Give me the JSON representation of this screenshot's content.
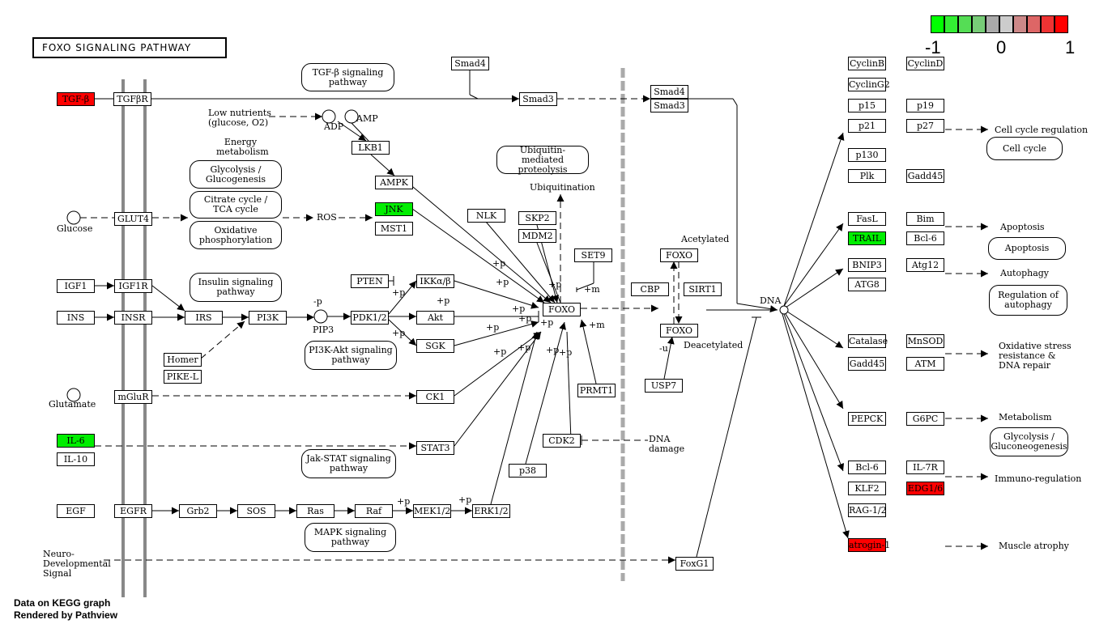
{
  "title": "FOXO  SIGNALING  PATHWAY",
  "footer": [
    "Data on KEGG graph",
    "Rendered by Pathview"
  ],
  "legend": {
    "colors": [
      "#00ff00",
      "#33ee33",
      "#55dd55",
      "#77cc77",
      "#aaaaaa",
      "#cccccc",
      "#cc8888",
      "#dd6666",
      "#ee3333",
      "#ff0000"
    ],
    "ticks": [
      "-1",
      "0",
      "1"
    ]
  },
  "genes": [
    {
      "id": "tgfb",
      "text": "TGF-β",
      "color": "red"
    },
    {
      "id": "tgfbr",
      "text": "TGFβR"
    },
    {
      "id": "glut4",
      "text": "GLUT4"
    },
    {
      "id": "igf1",
      "text": "IGF1"
    },
    {
      "id": "igf1r",
      "text": "IGF1R"
    },
    {
      "id": "ins",
      "text": "INS"
    },
    {
      "id": "insr",
      "text": "INSR"
    },
    {
      "id": "irs",
      "text": "IRS"
    },
    {
      "id": "pi3k",
      "text": "PI3K"
    },
    {
      "id": "homer",
      "text": "Homer"
    },
    {
      "id": "pikel",
      "text": "PIKE-L"
    },
    {
      "id": "mglur",
      "text": "mGluR"
    },
    {
      "id": "il6",
      "text": "IL-6",
      "color": "green"
    },
    {
      "id": "il10",
      "text": "IL-10"
    },
    {
      "id": "egf",
      "text": "EGF"
    },
    {
      "id": "egfr",
      "text": "EGFR"
    },
    {
      "id": "grb2",
      "text": "Grb2"
    },
    {
      "id": "sos",
      "text": "SOS"
    },
    {
      "id": "ras",
      "text": "Ras"
    },
    {
      "id": "raf",
      "text": "Raf"
    },
    {
      "id": "mek12",
      "text": "MEK1/2"
    },
    {
      "id": "erk12",
      "text": "ERK1/2"
    },
    {
      "id": "smad4a",
      "text": "Smad4"
    },
    {
      "id": "smad3a",
      "text": "Smad3"
    },
    {
      "id": "lkb1",
      "text": "LKB1"
    },
    {
      "id": "ampk",
      "text": "AMPK"
    },
    {
      "id": "jnk",
      "text": "JNK",
      "color": "green"
    },
    {
      "id": "mst1",
      "text": "MST1"
    },
    {
      "id": "nlk",
      "text": "NLK"
    },
    {
      "id": "skp2",
      "text": "SKP2"
    },
    {
      "id": "mdm2",
      "text": "MDM2"
    },
    {
      "id": "set9",
      "text": "SET9"
    },
    {
      "id": "pten",
      "text": "PTEN"
    },
    {
      "id": "ikk",
      "text": "IKKα/β"
    },
    {
      "id": "pdk12",
      "text": "PDK1/2"
    },
    {
      "id": "akt",
      "text": "Akt"
    },
    {
      "id": "sgk",
      "text": "SGK"
    },
    {
      "id": "foxo",
      "text": "FOXO"
    },
    {
      "id": "ck1",
      "text": "CK1"
    },
    {
      "id": "stat3",
      "text": "STAT3"
    },
    {
      "id": "prmt1",
      "text": "PRMT1"
    },
    {
      "id": "cdk2",
      "text": "CDK2"
    },
    {
      "id": "p38",
      "text": "p38"
    },
    {
      "id": "smad4b",
      "text": "Smad4"
    },
    {
      "id": "smad3b",
      "text": "Smad3"
    },
    {
      "id": "foxoac",
      "text": "FOXO"
    },
    {
      "id": "cbp",
      "text": "CBP"
    },
    {
      "id": "sirt1",
      "text": "SIRT1"
    },
    {
      "id": "foxodc",
      "text": "FOXO"
    },
    {
      "id": "usp7",
      "text": "USP7"
    },
    {
      "id": "foxg1",
      "text": "FoxG1"
    },
    {
      "id": "cyclinb",
      "text": "CyclinB"
    },
    {
      "id": "cyclind",
      "text": "CyclinD"
    },
    {
      "id": "cyclingg2",
      "text": "CyclinG2"
    },
    {
      "id": "p15",
      "text": "p15"
    },
    {
      "id": "p19",
      "text": "p19"
    },
    {
      "id": "p21",
      "text": "p21"
    },
    {
      "id": "p27",
      "text": "p27"
    },
    {
      "id": "p130",
      "text": "p130"
    },
    {
      "id": "plk",
      "text": "Plk"
    },
    {
      "id": "gadd45a",
      "text": "Gadd45"
    },
    {
      "id": "fasl",
      "text": "FasL"
    },
    {
      "id": "bim",
      "text": "Bim"
    },
    {
      "id": "trail",
      "text": "TRAIL",
      "color": "green"
    },
    {
      "id": "bcl6a",
      "text": "Bcl-6"
    },
    {
      "id": "bnip3",
      "text": "BNIP3"
    },
    {
      "id": "atg12",
      "text": "Atg12"
    },
    {
      "id": "atg8",
      "text": "ATG8"
    },
    {
      "id": "catalase",
      "text": "Catalase"
    },
    {
      "id": "mnsod",
      "text": "MnSOD"
    },
    {
      "id": "gadd45b",
      "text": "Gadd45"
    },
    {
      "id": "atm",
      "text": "ATM"
    },
    {
      "id": "pepck",
      "text": "PEPCK"
    },
    {
      "id": "g6pc",
      "text": "G6PC"
    },
    {
      "id": "bcl6b",
      "text": "Bcl-6"
    },
    {
      "id": "il7r",
      "text": "IL-7R"
    },
    {
      "id": "klf2",
      "text": "KLF2"
    },
    {
      "id": "edg16",
      "text": "EDG1/6",
      "color": "red"
    },
    {
      "id": "rag12",
      "text": "RAG-1/2"
    },
    {
      "id": "atrogin1",
      "text": "atrogin-1",
      "color": "red"
    }
  ],
  "pathways": [
    {
      "id": "tgfb_pw",
      "text": "TGF-β signaling pathway"
    },
    {
      "id": "glyco_pw",
      "text": "Glycolysis / Glucogenesis"
    },
    {
      "id": "tca_pw",
      "text": "Citrate cycle / TCA cycle"
    },
    {
      "id": "oxphos_pw",
      "text": "Oxidative phosphorylation"
    },
    {
      "id": "insulin_pw",
      "text": "Insulin signaling pathway"
    },
    {
      "id": "pi3kakt_pw",
      "text": "PI3K-Akt signaling pathway"
    },
    {
      "id": "jakstat_pw",
      "text": "Jak-STAT signaling pathway"
    },
    {
      "id": "mapk_pw",
      "text": "MAPK signaling pathway"
    },
    {
      "id": "ubiq_pw",
      "text": "Ubiquitin-mediated proteolysis"
    },
    {
      "id": "cellcycle_pw",
      "text": "Cell cycle"
    },
    {
      "id": "apoptosis_pw",
      "text": "Apoptosis"
    },
    {
      "id": "autophagy_pw",
      "text": "Regulation of autophagy"
    },
    {
      "id": "glyco2_pw",
      "text": "Glycolysis / Gluconeogenesis"
    }
  ],
  "labels": [
    {
      "id": "lownut",
      "text": "Low nutrients\n(glucose, O2)"
    },
    {
      "id": "adp",
      "text": "ADP"
    },
    {
      "id": "amp",
      "text": "AMP"
    },
    {
      "id": "energy",
      "text": "Energy\nmetabolism"
    },
    {
      "id": "glucose",
      "text": "Glucose"
    },
    {
      "id": "ros",
      "text": "ROS"
    },
    {
      "id": "glutamate",
      "text": "Glutamate"
    },
    {
      "id": "pip3",
      "text": "PIP3"
    },
    {
      "id": "neuro",
      "text": "Neuro-\nDevelopmental\nSignal"
    },
    {
      "id": "ubiquitination",
      "text": "Ubiquitination"
    },
    {
      "id": "acetylated",
      "text": "Acetylated"
    },
    {
      "id": "deacetylated",
      "text": "Deacetylated"
    },
    {
      "id": "dna",
      "text": "DNA"
    },
    {
      "id": "dnadamage",
      "text": "DNA\ndamage"
    },
    {
      "id": "ccreg",
      "text": "Cell cycle regulation"
    },
    {
      "id": "apoptosis",
      "text": "Apoptosis"
    },
    {
      "id": "autophagy",
      "text": "Autophagy"
    },
    {
      "id": "oxstress",
      "text": "Oxidative stress\nresistance &\nDNA repair"
    },
    {
      "id": "metabolism",
      "text": "Metabolism"
    },
    {
      "id": "immuno",
      "text": "Immuno-regulation"
    },
    {
      "id": "muscle",
      "text": "Muscle atrophy"
    },
    {
      "id": "m_p",
      "text": "-p"
    },
    {
      "id": "m_u",
      "text": "-u"
    },
    {
      "id": "m_m1",
      "text": "+m"
    },
    {
      "id": "m_m2",
      "text": "+m"
    },
    {
      "id": "p_a",
      "text": "+p"
    },
    {
      "id": "p_b",
      "text": "+p"
    },
    {
      "id": "p_c",
      "text": "+p"
    },
    {
      "id": "p_d",
      "text": "+p"
    },
    {
      "id": "p_e",
      "text": "+p"
    },
    {
      "id": "p_f",
      "text": "+p"
    },
    {
      "id": "p_g",
      "text": "+p"
    },
    {
      "id": "p_h",
      "text": "+p"
    },
    {
      "id": "p_i",
      "text": "+p"
    },
    {
      "id": "p_j",
      "text": "+p"
    },
    {
      "id": "p_k",
      "text": "+p"
    },
    {
      "id": "p_l",
      "text": "+p"
    },
    {
      "id": "p_m",
      "text": "+p"
    },
    {
      "id": "p_n",
      "text": "+p"
    },
    {
      "id": "p_o",
      "text": "+p"
    },
    {
      "id": "p_q",
      "text": "+p"
    }
  ]
}
